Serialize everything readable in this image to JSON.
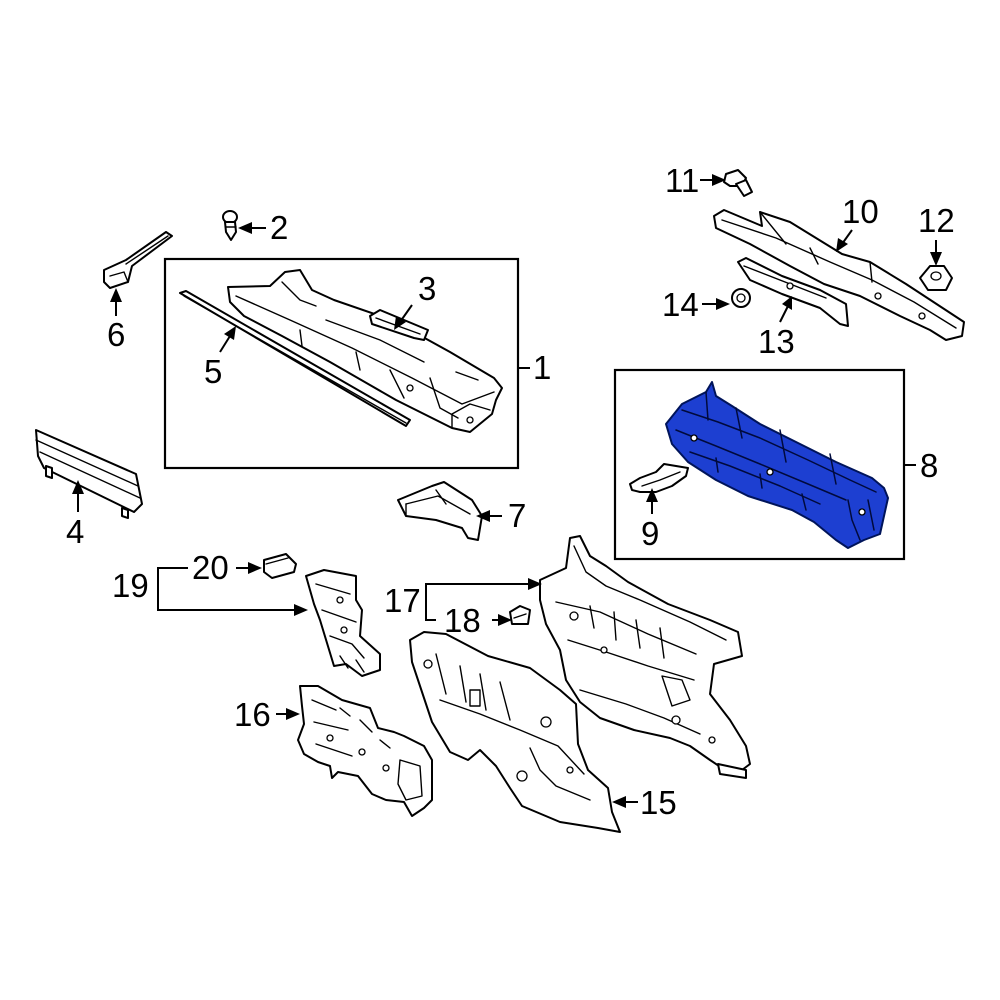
{
  "diagram": {
    "highlight_color": "#1d3fd1",
    "callouts": [
      {
        "id": "c1",
        "text": "1"
      },
      {
        "id": "c2",
        "text": "2"
      },
      {
        "id": "c3",
        "text": "3"
      },
      {
        "id": "c4",
        "text": "4"
      },
      {
        "id": "c5",
        "text": "5"
      },
      {
        "id": "c6",
        "text": "6"
      },
      {
        "id": "c7",
        "text": "7"
      },
      {
        "id": "c8",
        "text": "8"
      },
      {
        "id": "c9",
        "text": "9"
      },
      {
        "id": "c10",
        "text": "10"
      },
      {
        "id": "c11",
        "text": "11"
      },
      {
        "id": "c12",
        "text": "12"
      },
      {
        "id": "c13",
        "text": "13"
      },
      {
        "id": "c14",
        "text": "14"
      },
      {
        "id": "c15",
        "text": "15"
      },
      {
        "id": "c16",
        "text": "16"
      },
      {
        "id": "c17",
        "text": "17"
      },
      {
        "id": "c18",
        "text": "18"
      },
      {
        "id": "c19",
        "text": "19"
      },
      {
        "id": "c20",
        "text": "20"
      }
    ]
  }
}
